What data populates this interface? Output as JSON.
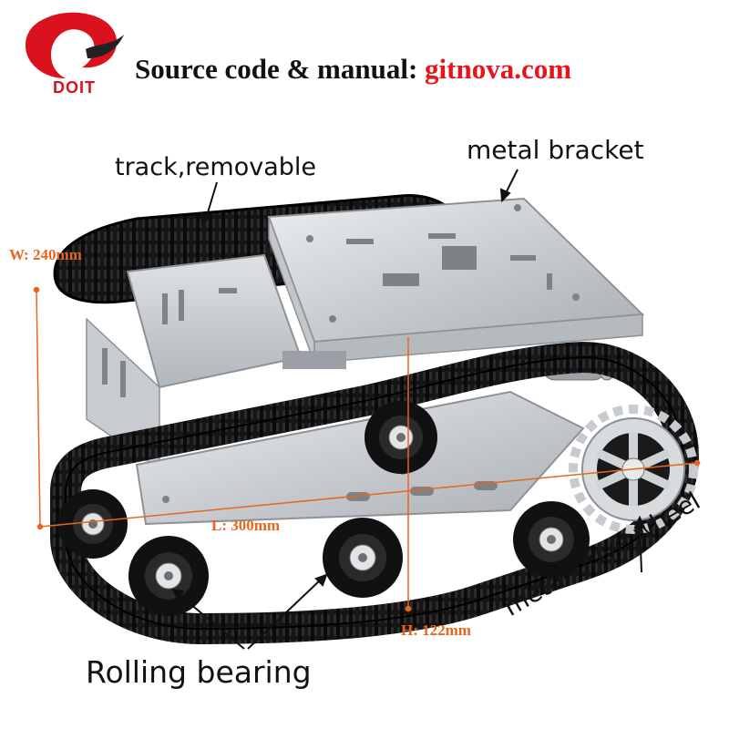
{
  "logo": {
    "text": "DOIT",
    "color": "#d9121d"
  },
  "header": {
    "prefix": "Source code & manual: ",
    "link": "gitnova.com",
    "link_color": "#e8141b"
  },
  "callouts": {
    "track": "track,removable",
    "bracket": "metal bracket",
    "bearing": "Rolling bearing",
    "drive_wheel": "metal drive wheel"
  },
  "dimensions": {
    "width": "W: 240mm",
    "length": "L: 300mm",
    "height": "H: 122mm",
    "color": "#e8661c"
  }
}
